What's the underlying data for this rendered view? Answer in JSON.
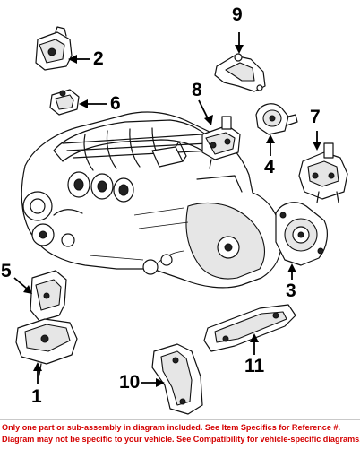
{
  "diagram": {
    "callouts": [
      {
        "id": "1",
        "label": "1"
      },
      {
        "id": "2",
        "label": "2"
      },
      {
        "id": "3",
        "label": "3"
      },
      {
        "id": "4",
        "label": "4"
      },
      {
        "id": "5",
        "label": "5"
      },
      {
        "id": "6",
        "label": "6"
      },
      {
        "id": "7",
        "label": "7"
      },
      {
        "id": "8",
        "label": "8"
      },
      {
        "id": "9",
        "label": "9"
      },
      {
        "id": "10",
        "label": "10"
      },
      {
        "id": "11",
        "label": "11"
      }
    ]
  },
  "banner": {
    "line1": "Only one part or sub-assembly in diagram included. See Item Specifics for Reference #.",
    "line2": "Diagram may not be specific to your vehicle. See Compatibility for vehicle-specific diagrams.",
    "text_color": "#d40000"
  }
}
